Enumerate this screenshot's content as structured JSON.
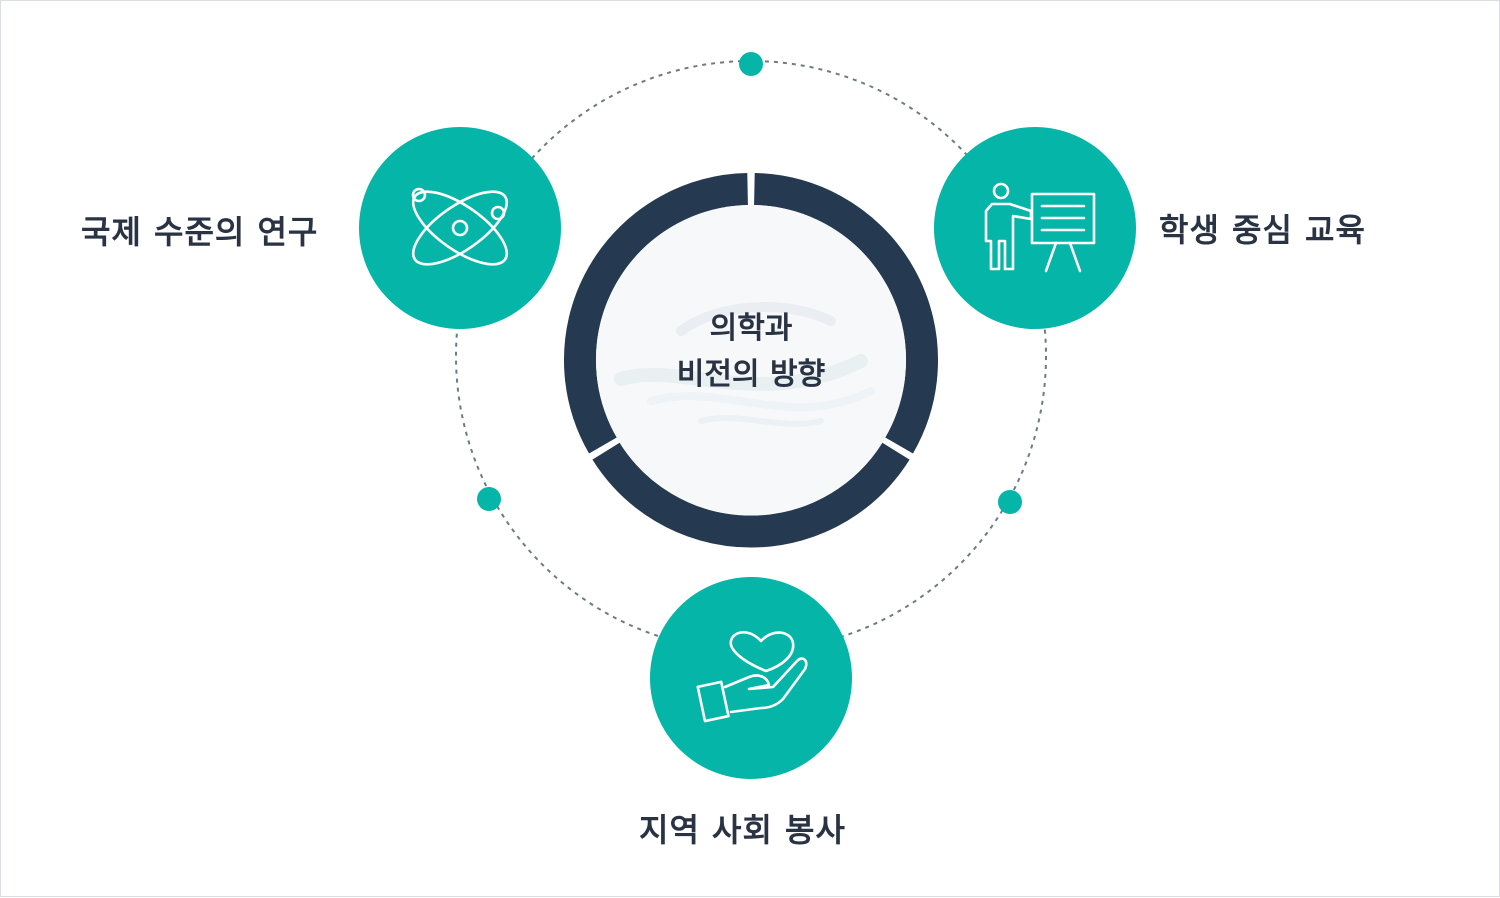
{
  "colors": {
    "accent": "#05b5a8",
    "ring": "#253950",
    "text": "#2a3344",
    "orbit": "#6e7a86"
  },
  "center": {
    "line1": "의학과",
    "line2": "비전의 방향"
  },
  "nodes": [
    {
      "id": "research",
      "label": "국제 수준의 연구",
      "icon": "atom-icon"
    },
    {
      "id": "education",
      "label": "학생 중심 교육",
      "icon": "presentation-icon"
    },
    {
      "id": "service",
      "label": "지역 사회 봉사",
      "icon": "heart-hand-icon"
    }
  ]
}
